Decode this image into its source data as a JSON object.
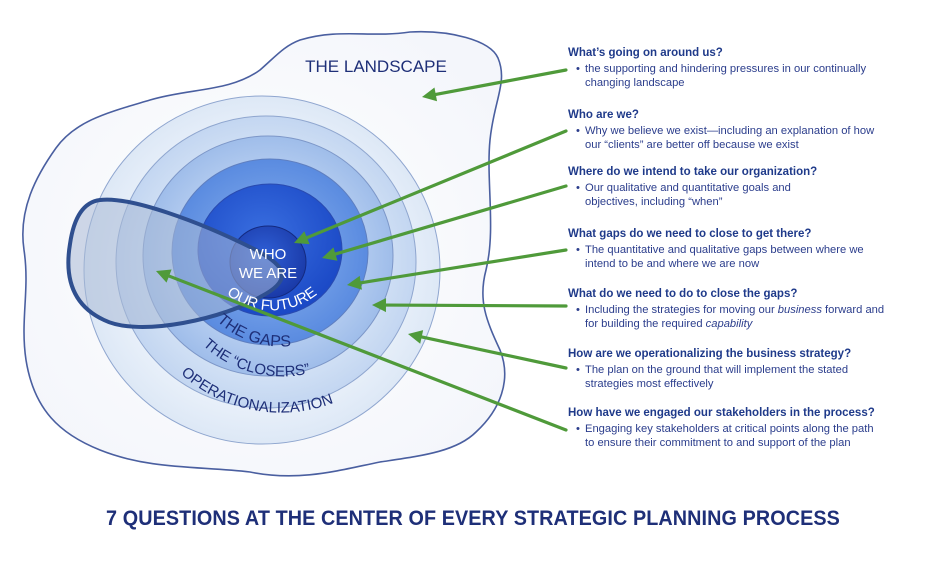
{
  "diagram": {
    "rings": {
      "landscape": "THE LANDSCAPE",
      "center_line1": "WHO",
      "center_line2": "WE ARE",
      "our_future": "OUR FUTURE",
      "the_gaps": "THE GAPS",
      "the_closers": "THE “CLOSERS”",
      "operationalization": "OPERATIONALIZATION"
    },
    "colors": {
      "arrow": "#4f9a3a",
      "dark_blue": "#1e2f78",
      "core_blue": "#1f4fd0"
    }
  },
  "questions": [
    {
      "title": "What’s going on around us?",
      "line1": "the supporting and hindering pressures in our continually",
      "line2": "changing landscape"
    },
    {
      "title": "Who are we?",
      "line1": "Why we believe we exist—including an explanation of how",
      "line2": "our “clients” are better off because we exist"
    },
    {
      "title": "Where do we intend to take our organization?",
      "line1": "Our qualitative and quantitative goals and",
      "line2": "objectives, including “when”"
    },
    {
      "title": "What gaps do we need to close to get there?",
      "line1": "The quantitative and qualitative gaps between where we",
      "line2": "intend to be and where we are now"
    },
    {
      "title": "What do we need to do to close the gaps?",
      "line1_a": "Including the strategies for moving our ",
      "line1_em": "business",
      "line1_b": " forward and",
      "line2_a": "for building the required ",
      "line2_em": "capability"
    },
    {
      "title": "How are we operationalizing the business strategy?",
      "line1": "The plan on the ground that will implement the stated",
      "line2": "strategies most effectively"
    },
    {
      "title": "How have we engaged our stakeholders in the process?",
      "line1": "Engaging key stakeholders at critical points along the path",
      "line2": "to ensure their commitment to and support of the plan"
    }
  ],
  "bullet": "•",
  "footer": {
    "title": "7 QUESTIONS AT THE CENTER OF EVERY STRATEGIC PLANNING PROCESS"
  }
}
